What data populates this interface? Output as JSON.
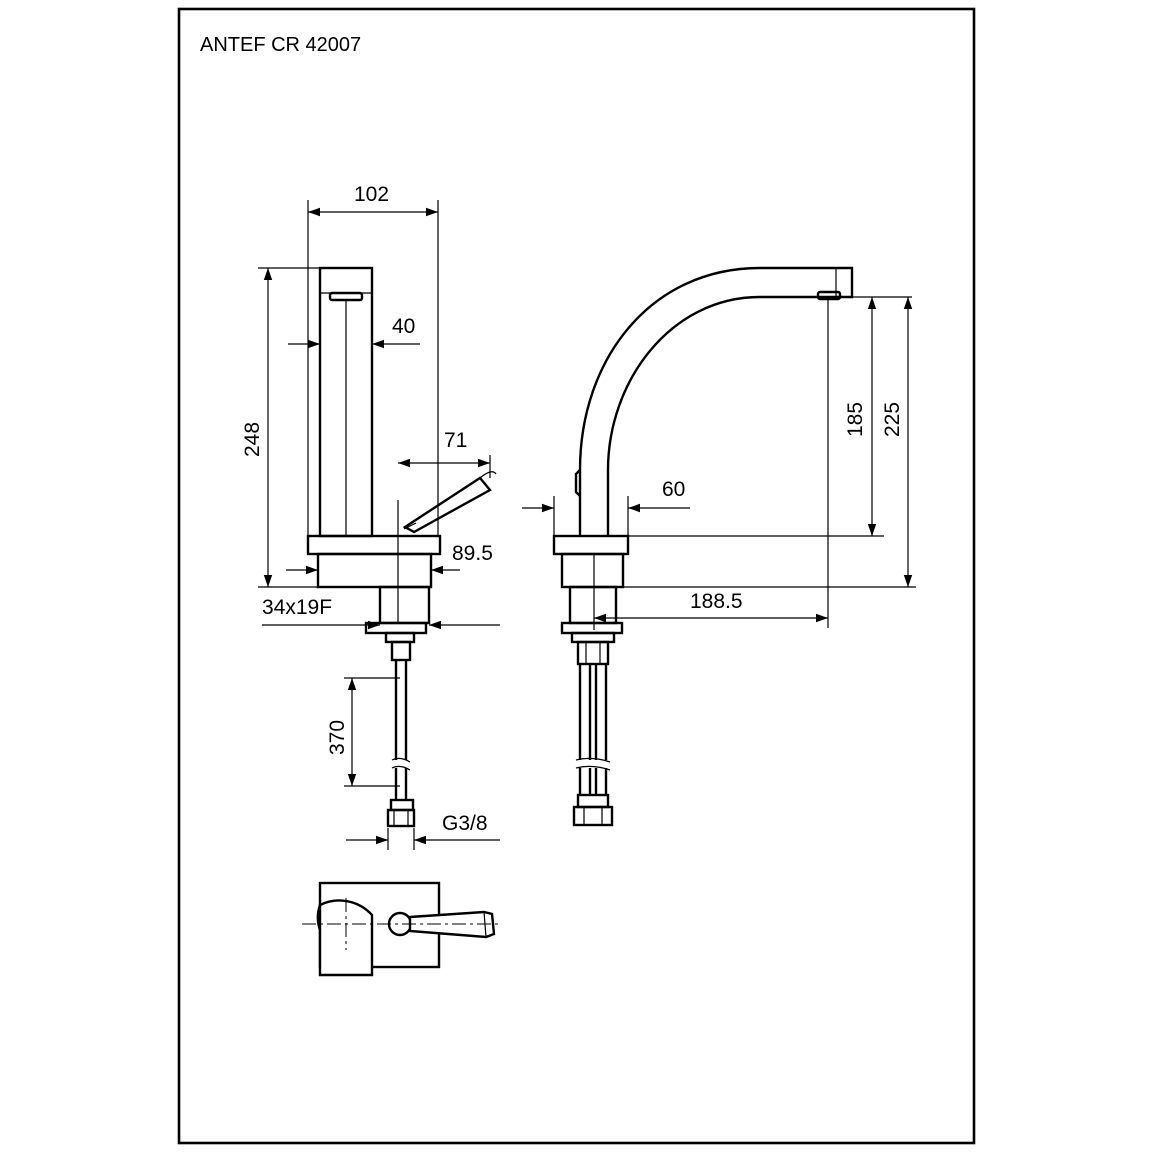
{
  "drawing": {
    "title": "ANTEF CR 42007",
    "dimensions": {
      "width_top": "102",
      "spout_width": "40",
      "total_height": "248",
      "lever_reach": "71",
      "base_width": "89.5",
      "thread": "34x19F",
      "hose_length": "370",
      "hose_thread": "G3/8",
      "base_diameter": "60",
      "outlet_height": "185",
      "top_height": "225",
      "spout_reach": "188.5"
    }
  }
}
